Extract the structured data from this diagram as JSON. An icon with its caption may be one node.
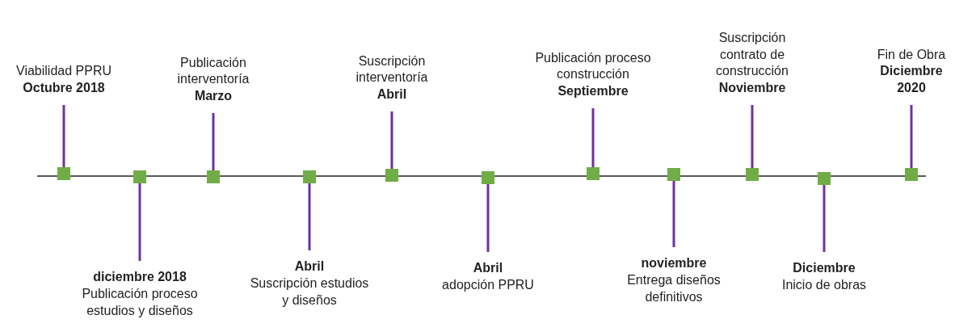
{
  "diagram": {
    "nodes": [
      {
        "text": [
          "Viabilidad PPRU",
          "Octubre 2018"
        ]
      },
      {
        "text": [
          "diciembre 2018",
          "Publicación proceso estudios y diseños"
        ]
      },
      {
        "text": [
          "Publicación interventoría",
          "Marzo"
        ]
      },
      {
        "text": [
          "Abril",
          "Suscripción estudios y diseños"
        ]
      },
      {
        "text": [
          "Suscripción interventoría",
          "Abril"
        ]
      },
      {
        "text": [
          "Abril",
          "adopción PPRU"
        ]
      },
      {
        "text": [
          "Publicación proceso construcción",
          "Septiembre"
        ]
      },
      {
        "text": [
          "noviembre",
          "Entrega diseños definitivos"
        ]
      },
      {
        "text": [
          "Suscripción contrato de construcción",
          "Noviembre"
        ]
      },
      {
        "text": [
          "Diciembre",
          "Inicio de obras"
        ]
      },
      {
        "text": [
          "Fin de Obra",
          "Diciembre 2020"
        ]
      },
      {
        "text": [],
        "shape": "box"
      },
      {
        "text": [],
        "shape": "box"
      },
      {
        "text": [],
        "shape": "box"
      },
      {
        "text": [],
        "shape": "box"
      },
      {
        "text": [],
        "shape": "box"
      },
      {
        "text": [],
        "shape": "box"
      },
      {
        "text": [],
        "shape": "box"
      },
      {
        "text": [],
        "shape": "box"
      },
      {
        "text": [],
        "shape": "box"
      },
      {
        "text": [],
        "shape": "box"
      },
      {
        "text": [],
        "shape": "box"
      }
    ],
    "edges": [
      {
        "from": 0,
        "to": 11,
        "arrow": "none"
      },
      {
        "from": 1,
        "to": 12,
        "arrow": "none"
      },
      {
        "from": 2,
        "to": 13,
        "arrow": "none"
      },
      {
        "from": 3,
        "to": 14,
        "arrow": "none"
      },
      {
        "from": 4,
        "to": 15,
        "arrow": "none"
      },
      {
        "from": 5,
        "to": 16,
        "arrow": "none"
      },
      {
        "from": 6,
        "to": 17,
        "arrow": "none"
      },
      {
        "from": 7,
        "to": 18,
        "arrow": "none"
      },
      {
        "from": 8,
        "to": 19,
        "arrow": "none"
      },
      {
        "from": 9,
        "to": 20,
        "arrow": "none"
      },
      {
        "from": 10,
        "to": 21,
        "arrow": "none"
      }
    ]
  }
}
